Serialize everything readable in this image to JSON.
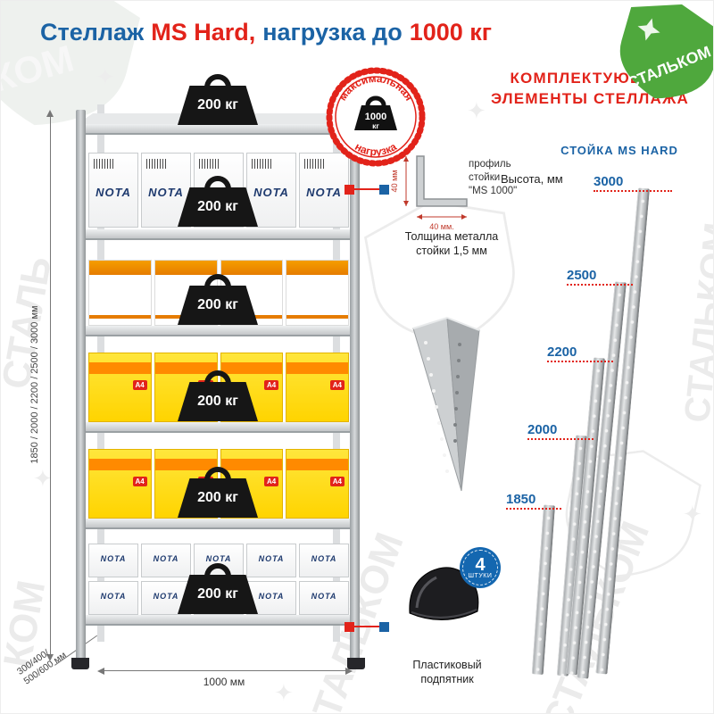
{
  "watermark": {
    "full": "СТАЛЬКОМ",
    "part_stal": "СТАЛЬ",
    "part_kom": "КОМ"
  },
  "logo": {
    "brand": "СТАЛЬКОМ"
  },
  "title": {
    "part1": "Стеллаж",
    "part2": "MS Hard,",
    "part3": "нагрузка до",
    "part4": "1000 кг"
  },
  "rack": {
    "shelf_load": "200 кг",
    "box_brand": "NOTA",
    "paper_tag": "A4",
    "max_load_badge": {
      "top": "максимальная",
      "bottom": "нагрузка",
      "value": "1000",
      "unit": "кг"
    },
    "dims": {
      "height": "1850 / 2000 / 2200 / 2500 / 3000 мм",
      "depth_line1": "300/400/",
      "depth_line2": "500/600 мм",
      "width": "1000 мм"
    }
  },
  "profile": {
    "label_line1": "профиль",
    "label_line2": "стойки",
    "label_line3": "\"MS 1000\"",
    "dim_vertical": "40 мм",
    "dim_horizontal": "40 мм.",
    "thickness_line1": "Толщина металла",
    "thickness_line2": "стойки 1,5 мм"
  },
  "foot": {
    "label_line1": "Пластиковый",
    "label_line2": "подпятник",
    "badge_count": "4",
    "badge_unit": "штуки"
  },
  "components": {
    "header_line1": "КОМПЛЕКТУЮЩИЕ",
    "header_line2": "ЭЛЕМЕНТЫ СТЕЛЛАЖА",
    "subheader": "СТОЙКА MS HARD",
    "height_caption": "Высота, мм",
    "stands": [
      {
        "height": "3000"
      },
      {
        "height": "2500"
      },
      {
        "height": "2200"
      },
      {
        "height": "2000"
      },
      {
        "height": "1850"
      }
    ]
  },
  "colors": {
    "blue": "#1b63a5",
    "red": "#e2231a",
    "green": "#4fa83d",
    "steel": "#c9ccce"
  }
}
